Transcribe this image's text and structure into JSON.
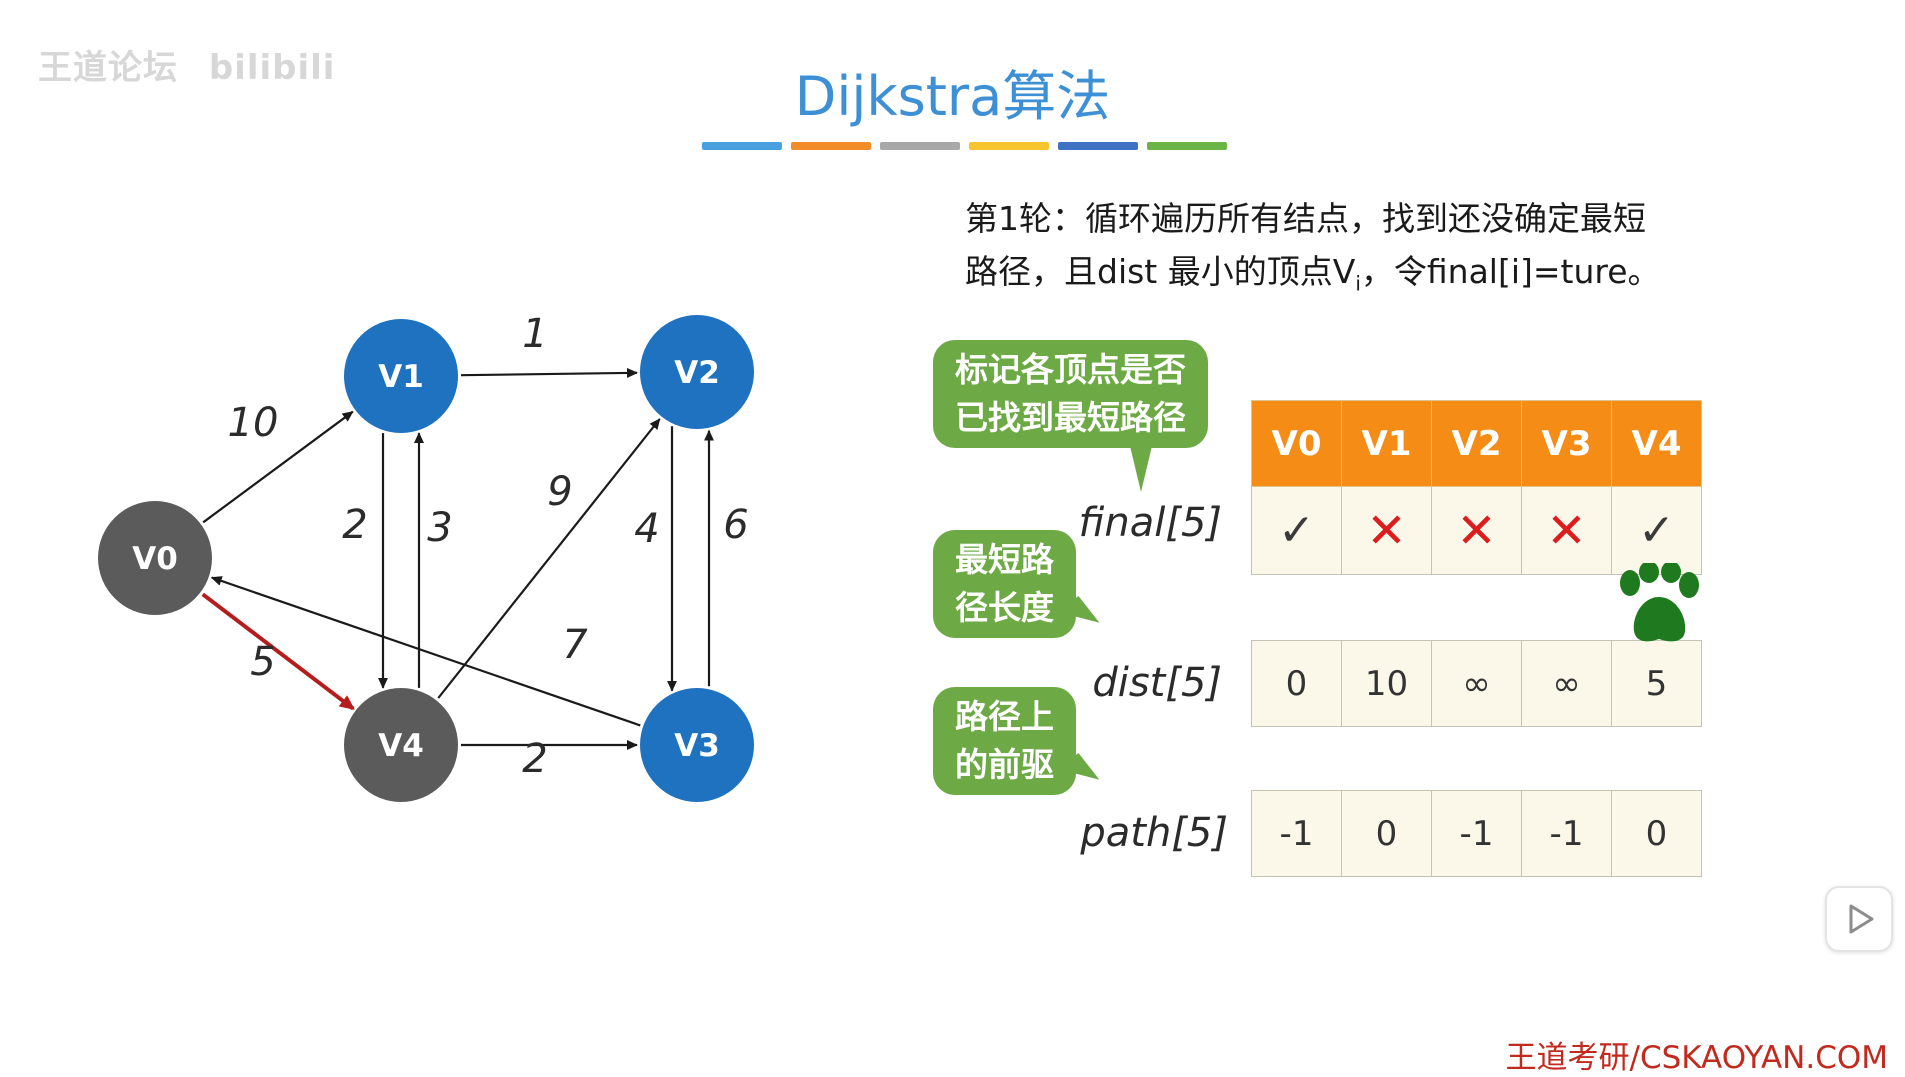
{
  "watermark": {
    "brand": "王道论坛",
    "site": "bilibili"
  },
  "title": "Dijkstra算法",
  "title_bar_colors": [
    "#4aa0df",
    "#f28c2b",
    "#a8a8a8",
    "#f7c52d",
    "#3f72c4",
    "#6bb446"
  ],
  "description": {
    "line1": "第1轮：循环遍历所有结点，找到还没确定最短",
    "line2_part1": "路径，且dist 最小的顶点V",
    "line2_sub": "i",
    "line2_part2": "，令final[i]=ture。"
  },
  "graph": {
    "nodes": [
      {
        "id": "V0",
        "label": "V0",
        "color": "#5b5b5b"
      },
      {
        "id": "V1",
        "label": "V1",
        "color": "#1e72c0"
      },
      {
        "id": "V2",
        "label": "V2",
        "color": "#1e72c0"
      },
      {
        "id": "V3",
        "label": "V3",
        "color": "#1e72c0"
      },
      {
        "id": "V4",
        "label": "V4",
        "color": "#5b5b5b"
      }
    ],
    "edges": [
      {
        "from": "V0",
        "to": "V1",
        "weight": "10",
        "highlight": false
      },
      {
        "from": "V0",
        "to": "V4",
        "weight": "5",
        "highlight": true
      },
      {
        "from": "V1",
        "to": "V2",
        "weight": "1",
        "highlight": false
      },
      {
        "from": "V1",
        "to": "V4",
        "weight": "2",
        "highlight": false
      },
      {
        "from": "V4",
        "to": "V1",
        "weight": "3",
        "highlight": false
      },
      {
        "from": "V4",
        "to": "V2",
        "weight": "9",
        "highlight": false
      },
      {
        "from": "V2",
        "to": "V3",
        "weight": "4",
        "highlight": false
      },
      {
        "from": "V3",
        "to": "V2",
        "weight": "6",
        "highlight": false
      },
      {
        "from": "V3",
        "to": "V0",
        "weight": "7",
        "highlight": false
      },
      {
        "from": "V4",
        "to": "V3",
        "weight": "2",
        "highlight": false
      }
    ],
    "highlight_color": "#b51d1d"
  },
  "bubbles": {
    "final": [
      "标记各顶点是否",
      "已找到最短路径"
    ],
    "dist": [
      "最短路",
      "径长度"
    ],
    "path": [
      "路径上",
      "的前驱"
    ]
  },
  "arrays": {
    "final_label": "final[5]",
    "dist_label": "dist[5]",
    "path_label": "path[5]",
    "headers": [
      "V0",
      "V1",
      "V2",
      "V3",
      "V4"
    ],
    "final_marks": [
      "check",
      "cross",
      "cross",
      "cross",
      "check"
    ],
    "dist": [
      "0",
      "10",
      "∞",
      "∞",
      "5"
    ],
    "path": [
      "-1",
      "0",
      "-1",
      "-1",
      "0"
    ]
  },
  "footer": "王道考研/CSKAOYAN.COM"
}
